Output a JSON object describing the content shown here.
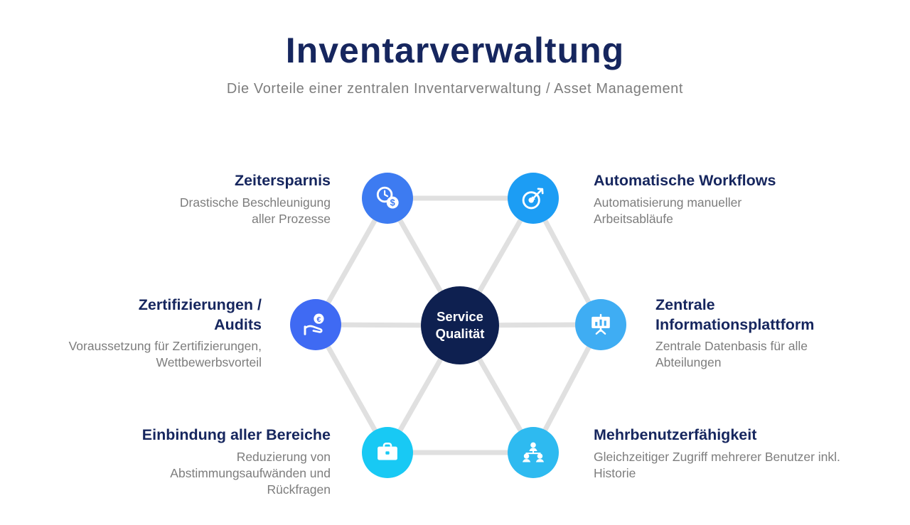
{
  "header": {
    "title": "Inventarverwaltung",
    "subtitle": "Die Vorteile einer zentralen Inventarverwaltung / Asset Management"
  },
  "colors": {
    "heading": "#16265e",
    "body_text": "#7d7d7d",
    "connector": "#e0e0e0",
    "background": "#ffffff"
  },
  "center": {
    "label": "Service Qualität",
    "color": "#0e2050"
  },
  "nodes": [
    {
      "id": "zeitersparnis",
      "title": "Zeitersparnis",
      "description": "Drastische Beschleunigung aller Prozesse",
      "icon": "clock-money-icon",
      "icon_glyph": "$",
      "color": "#3d7bf1"
    },
    {
      "id": "automatische-workflows",
      "title": "Automatische Workflows",
      "description": "Automatisierung manueller Arbeitsabläufe",
      "icon": "target-arrow-icon",
      "color": "#1c9df4"
    },
    {
      "id": "zertifizierungen-audits",
      "title": "Zertifizierungen / Audits",
      "description": "Voraussetzung für Zertifizierungen, Wettbewerbsvorteil",
      "icon": "hand-coin-icon",
      "icon_glyph": "€",
      "color": "#3f6af3"
    },
    {
      "id": "zentrale-informationsplattform",
      "title": "Zentrale Informationsplattform",
      "description": "Zentrale Datenbasis für alle Abteilungen",
      "icon": "presentation-board-icon",
      "color": "#3fadf3"
    },
    {
      "id": "einbindung-aller-bereiche",
      "title": "Einbindung aller Bereiche",
      "description": "Reduzierung von Abstimmungsaufwänden und Rückfragen",
      "icon": "briefcase-icon",
      "color": "#18c9f4"
    },
    {
      "id": "mehrbenutzerfaehigkeit",
      "title": "Mehrbenutzerfähigkeit",
      "description": "Gleichzeitiger Zugriff mehrerer Benutzer inkl. Historie",
      "icon": "users-network-icon",
      "color": "#2ebaf0"
    }
  ]
}
